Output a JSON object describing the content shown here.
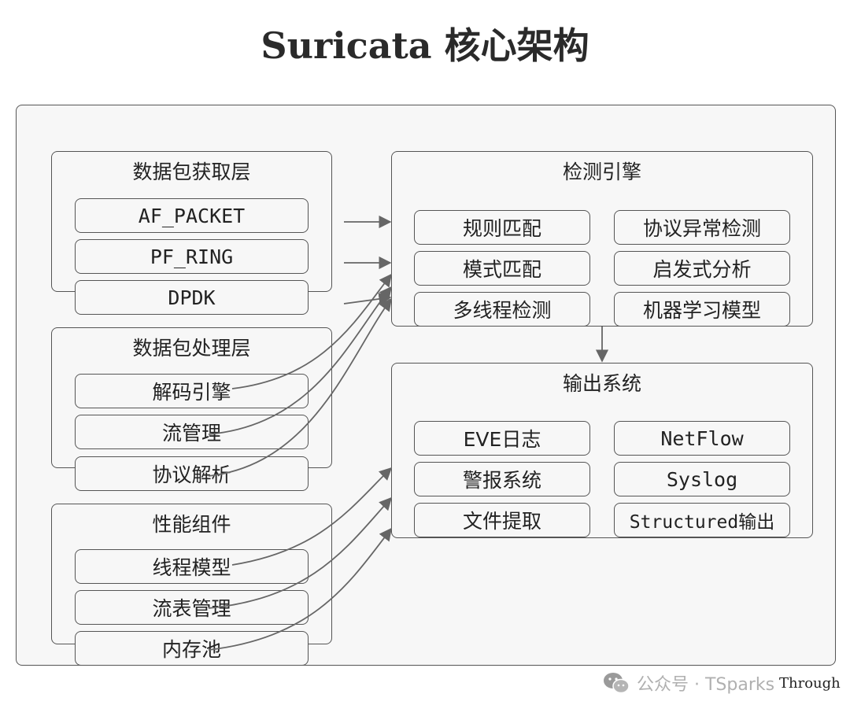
{
  "title": "Suricata 核心架构",
  "diagram": {
    "groups": {
      "capture": {
        "title": "数据包获取层",
        "nodes": [
          "AF_PACKET",
          "PF_RING",
          "DPDK"
        ]
      },
      "processing": {
        "title": "数据包处理层",
        "nodes": [
          "解码引擎",
          "流管理",
          "协议解析"
        ]
      },
      "performance": {
        "title": "性能组件",
        "nodes": [
          "线程模型",
          "流表管理",
          "内存池"
        ]
      },
      "detection": {
        "title": "检测引擎",
        "nodes": [
          "规则匹配",
          "协议异常检测",
          "模式匹配",
          "启发式分析",
          "多线程检测",
          "机器学习模型"
        ]
      },
      "output": {
        "title": "输出系统",
        "nodes": [
          "EVE日志",
          "NetFlow",
          "警报系统",
          "Syslog",
          "文件提取",
          "Structured输出"
        ]
      }
    },
    "edges": [
      {
        "from": "AF_PACKET",
        "to": "检测引擎"
      },
      {
        "from": "PF_RING",
        "to": "检测引擎"
      },
      {
        "from": "DPDK",
        "to": "检测引擎"
      },
      {
        "from": "解码引擎",
        "to": "检测引擎"
      },
      {
        "from": "流管理",
        "to": "检测引擎"
      },
      {
        "from": "协议解析",
        "to": "检测引擎"
      },
      {
        "from": "线程模型",
        "to": "输出系统"
      },
      {
        "from": "流表管理",
        "to": "输出系统"
      },
      {
        "from": "内存池",
        "to": "输出系统"
      },
      {
        "from": "检测引擎",
        "to": "输出系统"
      }
    ]
  },
  "watermark": {
    "channel": "公众号 · TSparks",
    "overlay_text": "Through"
  }
}
